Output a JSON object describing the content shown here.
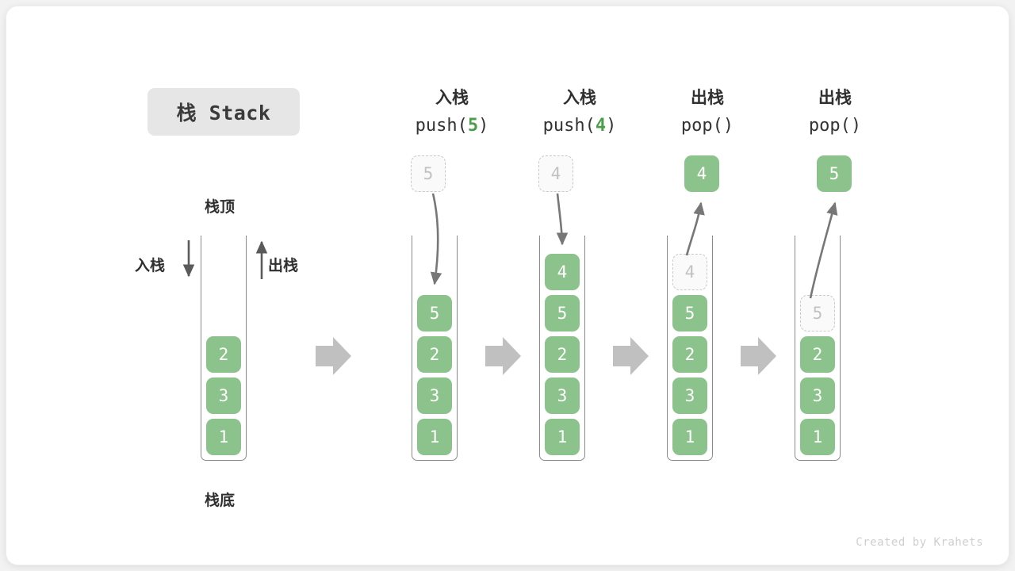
{
  "title": {
    "text": "栈 Stack"
  },
  "labels": {
    "top": "栈顶",
    "bottom": "栈底",
    "push": "入栈",
    "pop": "出栈"
  },
  "credit": "Created by Krahets",
  "colors": {
    "cell_fill": "#8cc28c",
    "cell_text": "#ffffff",
    "ghost_border": "#c9c9c9",
    "ghost_text": "#c2c2c2",
    "container_line": "#8a8a8a",
    "arrow_gray": "#777777",
    "step_arrow": "#c0c0c0",
    "accent_green": "#4a9e4a",
    "chip_bg": "#e6e6e6"
  },
  "steps": [
    {
      "id": "initial",
      "caption_cn": "",
      "caption_code": "",
      "incoming": null,
      "outgoing": null,
      "cells": [
        "2",
        "3",
        "1"
      ]
    },
    {
      "id": "push-5",
      "caption_cn": "入栈",
      "caption_code": "push(",
      "caption_arg": "5",
      "caption_code_end": ")",
      "incoming": "5",
      "outgoing": null,
      "cells": [
        "5",
        "2",
        "3",
        "1"
      ]
    },
    {
      "id": "push-4",
      "caption_cn": "入栈",
      "caption_code": "push(",
      "caption_arg": "4",
      "caption_code_end": ")",
      "incoming": "4",
      "outgoing": null,
      "cells": [
        "4",
        "5",
        "2",
        "3",
        "1"
      ]
    },
    {
      "id": "pop-4",
      "caption_cn": "出栈",
      "caption_code": "pop(",
      "caption_arg": "",
      "caption_code_end": ")",
      "incoming": null,
      "outgoing": "4",
      "ghost_top": "4",
      "cells": [
        "5",
        "2",
        "3",
        "1"
      ]
    },
    {
      "id": "pop-5",
      "caption_cn": "出栈",
      "caption_code": "pop(",
      "caption_arg": "",
      "caption_code_end": ")",
      "incoming": null,
      "outgoing": "5",
      "ghost_top": "5",
      "cells": [
        "2",
        "3",
        "1"
      ]
    }
  ],
  "diagram": {
    "type": "stack-operations",
    "description": "Stack push and pop operation sequence",
    "sequence": [
      {
        "state": [
          "2",
          "3",
          "1"
        ],
        "op": ""
      },
      {
        "state": [
          "5",
          "2",
          "3",
          "1"
        ],
        "op": "push(5)"
      },
      {
        "state": [
          "4",
          "5",
          "2",
          "3",
          "1"
        ],
        "op": "push(4)"
      },
      {
        "state": [
          "5",
          "2",
          "3",
          "1"
        ],
        "op": "pop() -> 4"
      },
      {
        "state": [
          "2",
          "3",
          "1"
        ],
        "op": "pop() -> 5"
      }
    ]
  }
}
